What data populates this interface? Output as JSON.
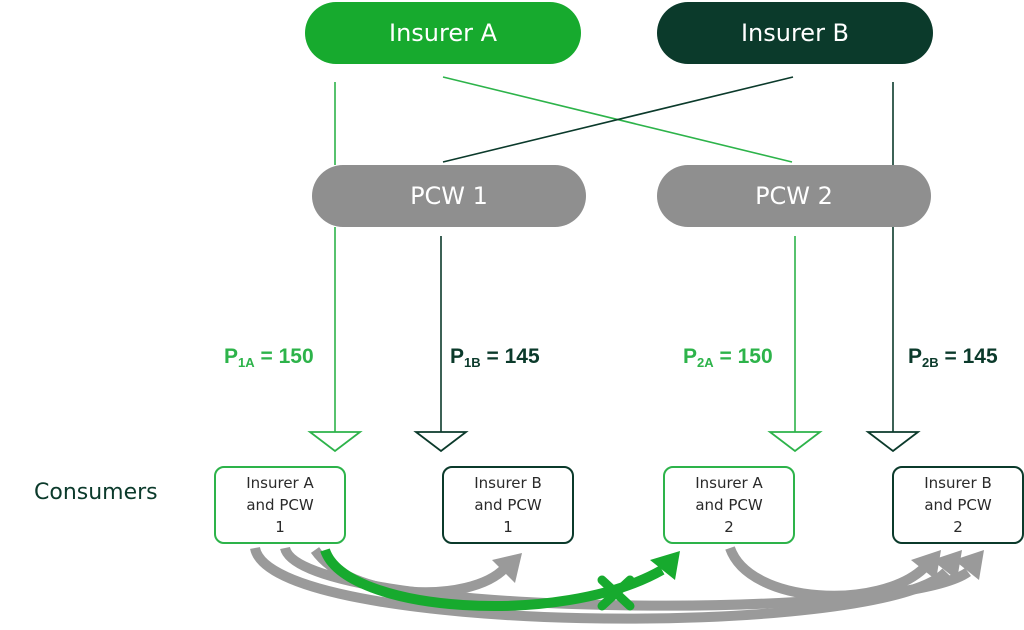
{
  "insurers": {
    "a": {
      "label": "Insurer A"
    },
    "b": {
      "label": "Insurer B"
    }
  },
  "pcws": {
    "one": {
      "label": "PCW 1"
    },
    "two": {
      "label": "PCW 2"
    }
  },
  "prices": {
    "p1a": {
      "symbol": "P",
      "sub": "1A",
      "value": "= 150"
    },
    "p1b": {
      "symbol": "P",
      "sub": "1B",
      "value": "= 145"
    },
    "p2a": {
      "symbol": "P",
      "sub": "2A",
      "value": "= 150"
    },
    "p2b": {
      "symbol": "P",
      "sub": "2B",
      "value": "= 145"
    }
  },
  "consumers_label": "Consumers",
  "consumer_boxes": {
    "a1": {
      "line1": "Insurer A",
      "line2": "and PCW",
      "line3": "1"
    },
    "b1": {
      "line1": "Insurer B",
      "line2": "and PCW",
      "line3": "1"
    },
    "a2": {
      "line1": "Insurer A",
      "line2": "and PCW",
      "line3": "2"
    },
    "b2": {
      "line1": "Insurer B",
      "line2": "and PCW",
      "line3": "2"
    }
  },
  "colors": {
    "insurer_a": "#17aa2e",
    "insurer_b": "#0b3a2b",
    "pcw": "#8f8f8f",
    "price_a": "#2db34a",
    "switch_arrow_grey": "#9a9a9a",
    "blocked_switch": "#17aa2e"
  }
}
